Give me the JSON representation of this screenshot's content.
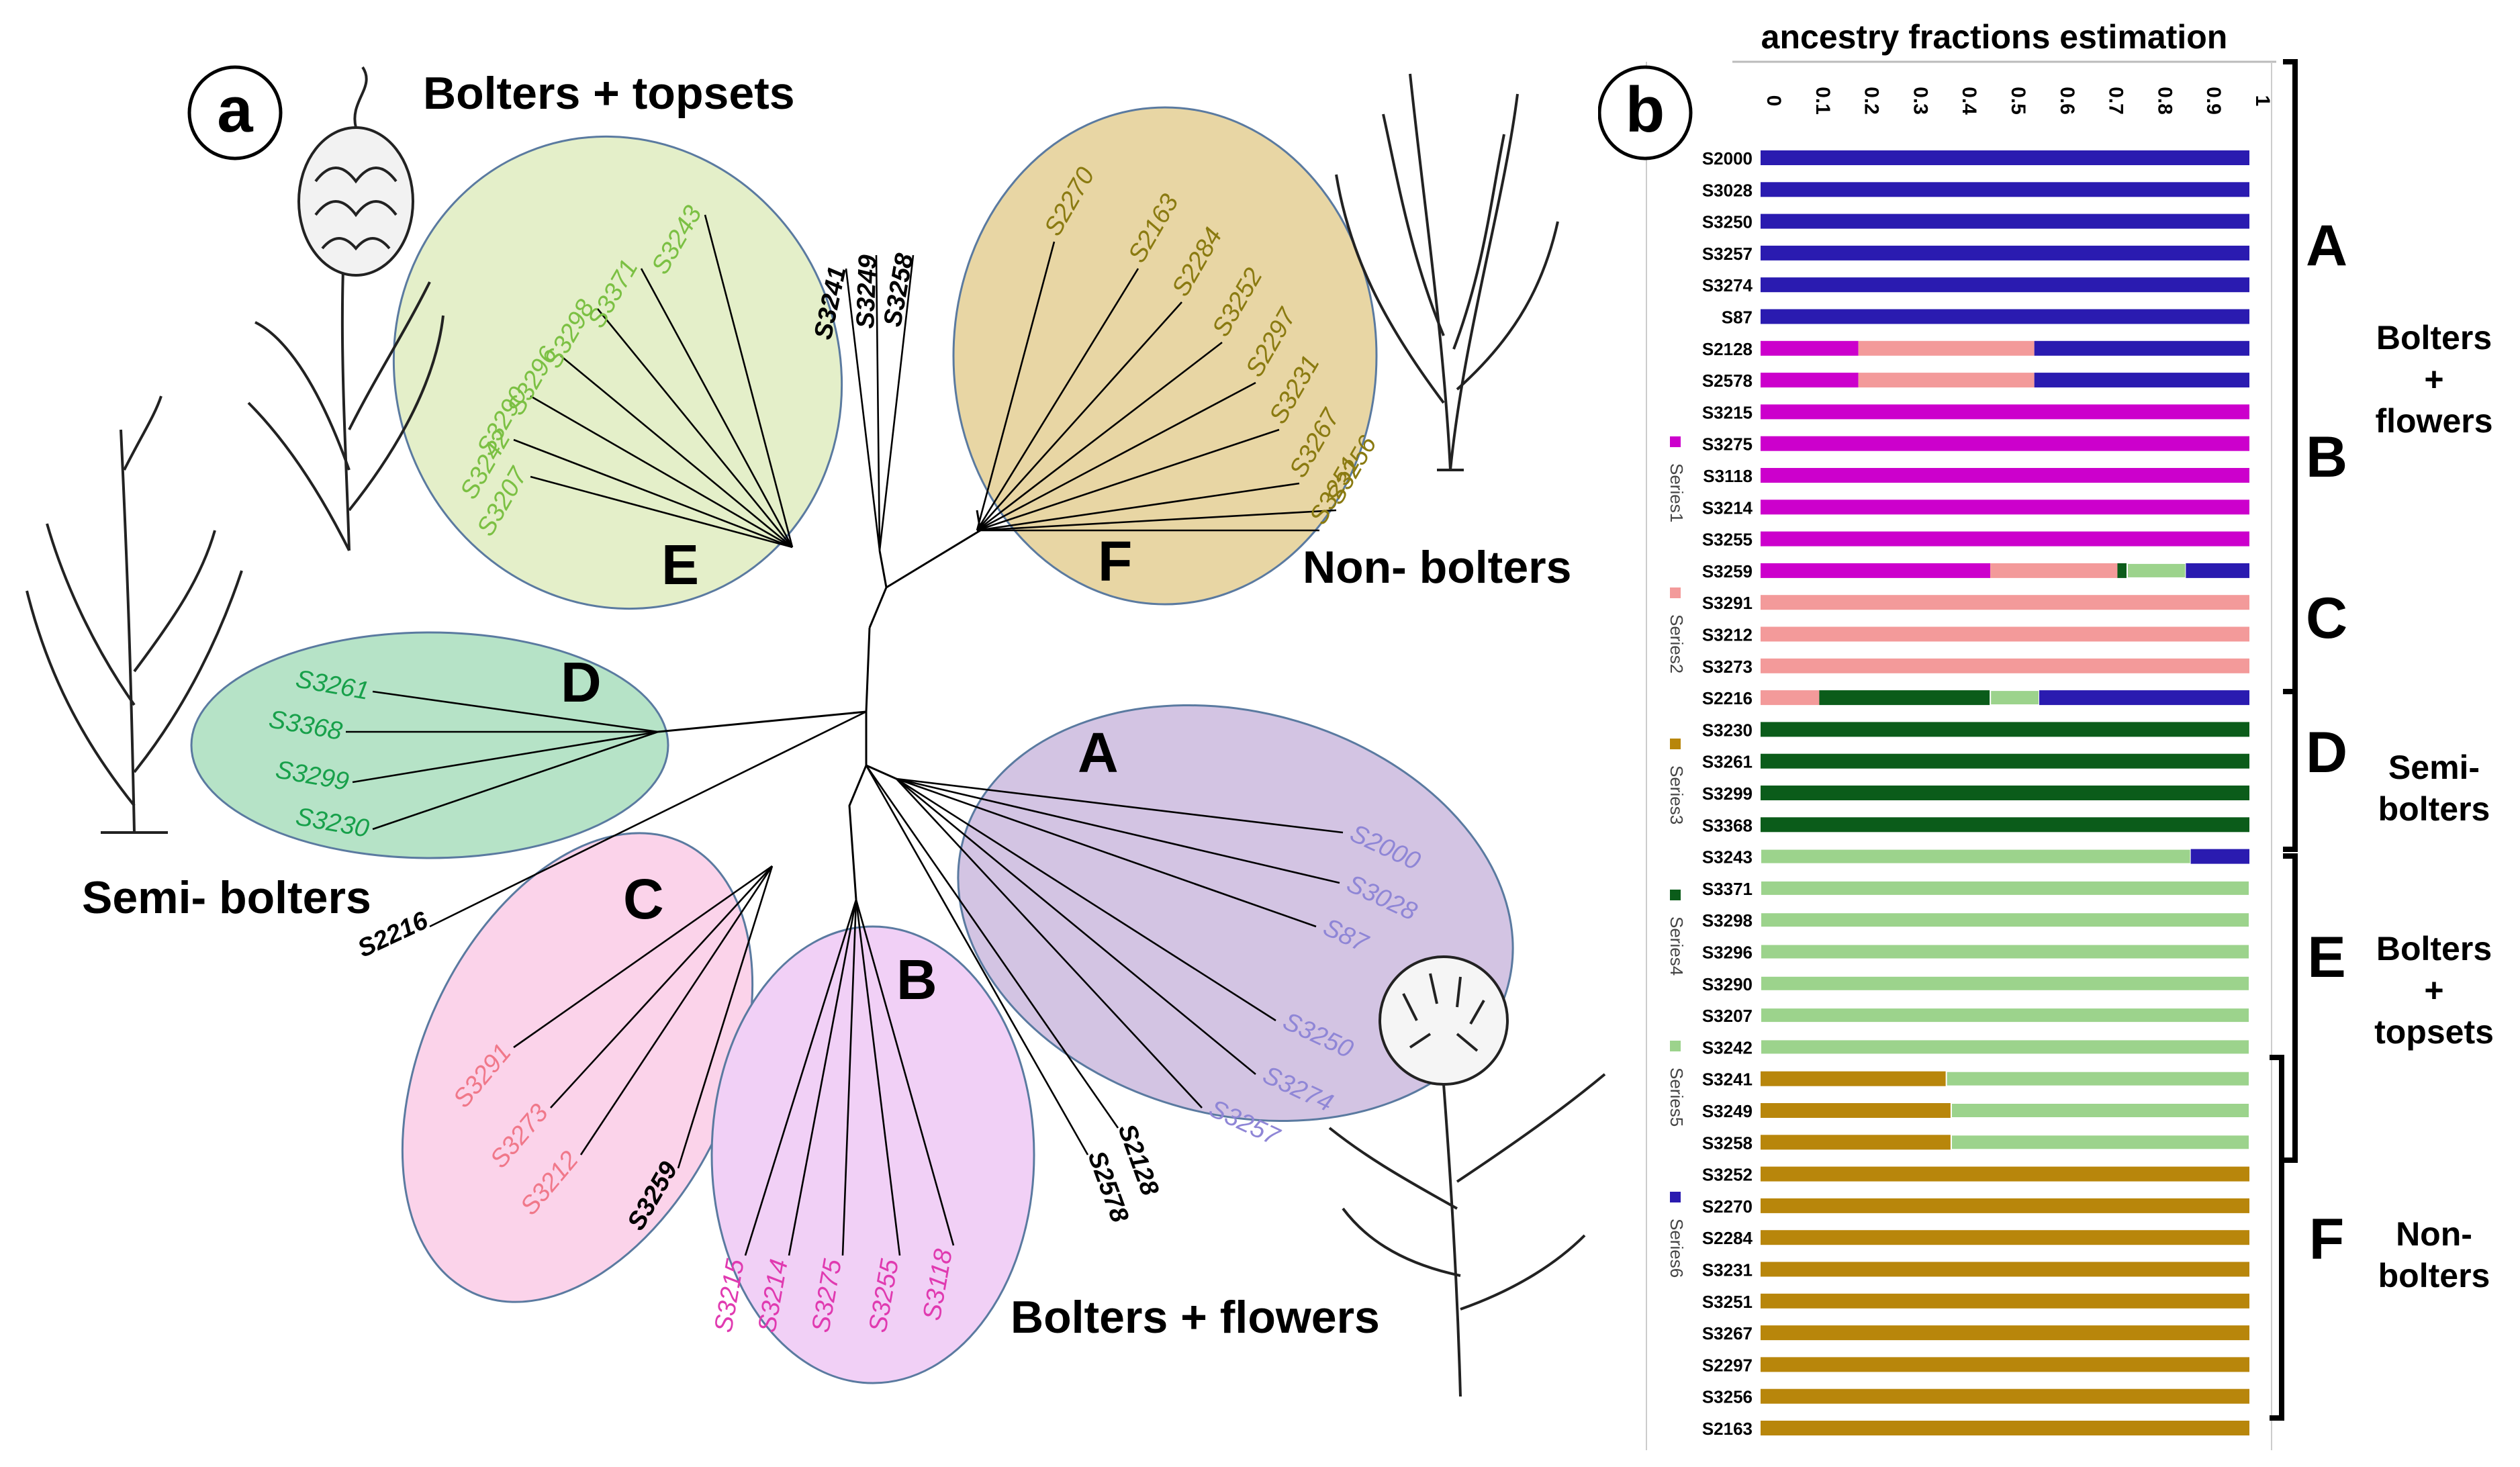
{
  "panel_a": {
    "label": "a",
    "group_titles": {
      "E": "Bolters + topsets",
      "F": "Non- bolters",
      "D": "Semi- bolters",
      "B": "Bolters + flowers"
    },
    "clusters": [
      {
        "id": "E",
        "letter": "E",
        "color": "#e4efc9",
        "stroke": "#5a7aa0",
        "leaf_color": "#7bc043",
        "leaves": [
          "S3243",
          "S3371",
          "S3298",
          "S3296",
          "S3290",
          "S3242",
          "S3207"
        ]
      },
      {
        "id": "F",
        "letter": "F",
        "color": "#e8d6a4",
        "stroke": "#5a7aa0",
        "leaf_color": "#8a7a10",
        "leaves": [
          "S2270",
          "S2163",
          "S2284",
          "S3252",
          "S2297",
          "S3231",
          "S3267",
          "S3251",
          "S3256"
        ]
      },
      {
        "id": "D",
        "letter": "D",
        "color": "#b6e3c7",
        "stroke": "#5a7aa0",
        "leaf_color": "#17a04a",
        "leaves": [
          "S3261",
          "S3368",
          "S3299",
          "S3230"
        ]
      },
      {
        "id": "A",
        "letter": "A",
        "color": "#d3c4e3",
        "stroke": "#5a7aa0",
        "leaf_color": "#8f86d6",
        "leaves": [
          "S2000",
          "S3028",
          "S87",
          "S3250",
          "S3274",
          "S3257"
        ]
      },
      {
        "id": "C",
        "letter": "C",
        "color": "#fbd3ea",
        "stroke": "#5a7aa0",
        "leaf_color": "#f0788a",
        "leaves": [
          "S3291",
          "S3273",
          "S3212"
        ]
      },
      {
        "id": "B",
        "letter": "B",
        "color": "#f1d0f6",
        "stroke": "#5a7aa0",
        "leaf_color": "#e03ab0",
        "leaves": [
          "S3215",
          "S3214",
          "S3275",
          "S3255",
          "S3118"
        ]
      }
    ],
    "loose_leaves": [
      "S3241",
      "S3249",
      "S3258",
      "S2216",
      "S3259",
      "S2578",
      "S2128"
    ]
  },
  "panel_b": {
    "label": "b",
    "title": "ancestry fractions estimation",
    "ticks": [
      "0",
      "0.1",
      "0.2",
      "0.3",
      "0.4",
      "0.5",
      "0.6",
      "0.7",
      "0.8",
      "0.9",
      "1"
    ],
    "series": [
      {
        "name": "Series1",
        "color": "#cc00cc"
      },
      {
        "name": "Series2",
        "color": "#f39a9a"
      },
      {
        "name": "Series3",
        "color": "#b8860b"
      },
      {
        "name": "Series4",
        "color": "#0b5c1a"
      },
      {
        "name": "Series5",
        "color": "#9cd38c"
      },
      {
        "name": "Series6",
        "color": "#2a1bb0"
      }
    ],
    "group_brackets": [
      {
        "letter": "A",
        "desc": ""
      },
      {
        "letter": "B",
        "desc": "Bolters\n+\nflowers"
      },
      {
        "letter": "C",
        "desc": ""
      },
      {
        "letter": "D",
        "desc": "Semi-\nbolters"
      },
      {
        "letter": "E",
        "desc": "Bolters\n+\ntopsets"
      },
      {
        "letter": "F",
        "desc": "Non-\nbolters"
      }
    ]
  },
  "chart_data": {
    "type": "bar",
    "title": "ancestry fractions estimation",
    "orientation": "horizontal-stacked",
    "xlim": [
      0,
      1
    ],
    "categories": [
      "S2000",
      "S3028",
      "S3250",
      "S3257",
      "S3274",
      "S87",
      "S2128",
      "S2578",
      "S3215",
      "S3275",
      "S3118",
      "S3214",
      "S3255",
      "S3259",
      "S3291",
      "S3212",
      "S3273",
      "S2216",
      "S3230",
      "S3261",
      "S3299",
      "S3368",
      "S3243",
      "S3371",
      "S3298",
      "S3296",
      "S3290",
      "S3207",
      "S3242",
      "S3241",
      "S3249",
      "S3258",
      "S3252",
      "S2270",
      "S2284",
      "S3231",
      "S3251",
      "S3267",
      "S2297",
      "S3256",
      "S2163"
    ],
    "series": [
      {
        "name": "Series1",
        "values": [
          0,
          0,
          0,
          0,
          0,
          0,
          0.2,
          0.2,
          1,
          1,
          1,
          1,
          1,
          0.47,
          0,
          0,
          0,
          0,
          0,
          0,
          0,
          0,
          0,
          0,
          0,
          0,
          0,
          0,
          0,
          0,
          0,
          0,
          0,
          0,
          0,
          0,
          0,
          0,
          0,
          0,
          0
        ]
      },
      {
        "name": "Series2",
        "values": [
          0,
          0,
          0,
          0,
          0,
          0,
          0.36,
          0.36,
          0,
          0,
          0,
          0,
          0,
          0.26,
          1,
          1,
          1,
          0.12,
          0,
          0,
          0,
          0,
          0,
          0,
          0,
          0,
          0,
          0,
          0,
          0,
          0,
          0,
          0,
          0,
          0,
          0,
          0,
          0,
          0,
          0,
          0
        ]
      },
      {
        "name": "Series3",
        "values": [
          0,
          0,
          0,
          0,
          0,
          0,
          0,
          0,
          0,
          0,
          0,
          0,
          0,
          0,
          0,
          0,
          0,
          0,
          0,
          0,
          0,
          0,
          0,
          0,
          0,
          0,
          0,
          0,
          0,
          0.38,
          0.39,
          0.39,
          1,
          1,
          1,
          1,
          1,
          1,
          1,
          1,
          1
        ]
      },
      {
        "name": "Series4",
        "values": [
          0,
          0,
          0,
          0,
          0,
          0,
          0,
          0,
          0,
          0,
          0,
          0,
          0,
          0.02,
          0,
          0,
          0,
          0.35,
          1,
          1,
          1,
          1,
          0,
          0,
          0,
          0,
          0,
          0,
          0,
          0,
          0,
          0,
          0,
          0,
          0,
          0,
          0,
          0,
          0,
          0,
          0
        ]
      },
      {
        "name": "Series5",
        "values": [
          0,
          0,
          0,
          0,
          0,
          0,
          0,
          0,
          0,
          0,
          0,
          0,
          0,
          0.12,
          0,
          0,
          0,
          0.1,
          0,
          0,
          0,
          0,
          0.88,
          1,
          1,
          1,
          1,
          1,
          1,
          0.62,
          0.61,
          0.61,
          0,
          0,
          0,
          0,
          0,
          0,
          0,
          0,
          0
        ]
      },
      {
        "name": "Series6",
        "values": [
          1,
          1,
          1,
          1,
          1,
          1,
          0.44,
          0.44,
          0,
          0,
          0,
          0,
          0,
          0.13,
          0,
          0,
          0,
          0.43,
          0,
          0,
          0,
          0,
          0.12,
          0,
          0,
          0,
          0,
          0,
          0,
          0,
          0,
          0,
          0,
          0,
          0,
          0,
          0,
          0,
          0,
          0,
          0
        ]
      }
    ]
  }
}
